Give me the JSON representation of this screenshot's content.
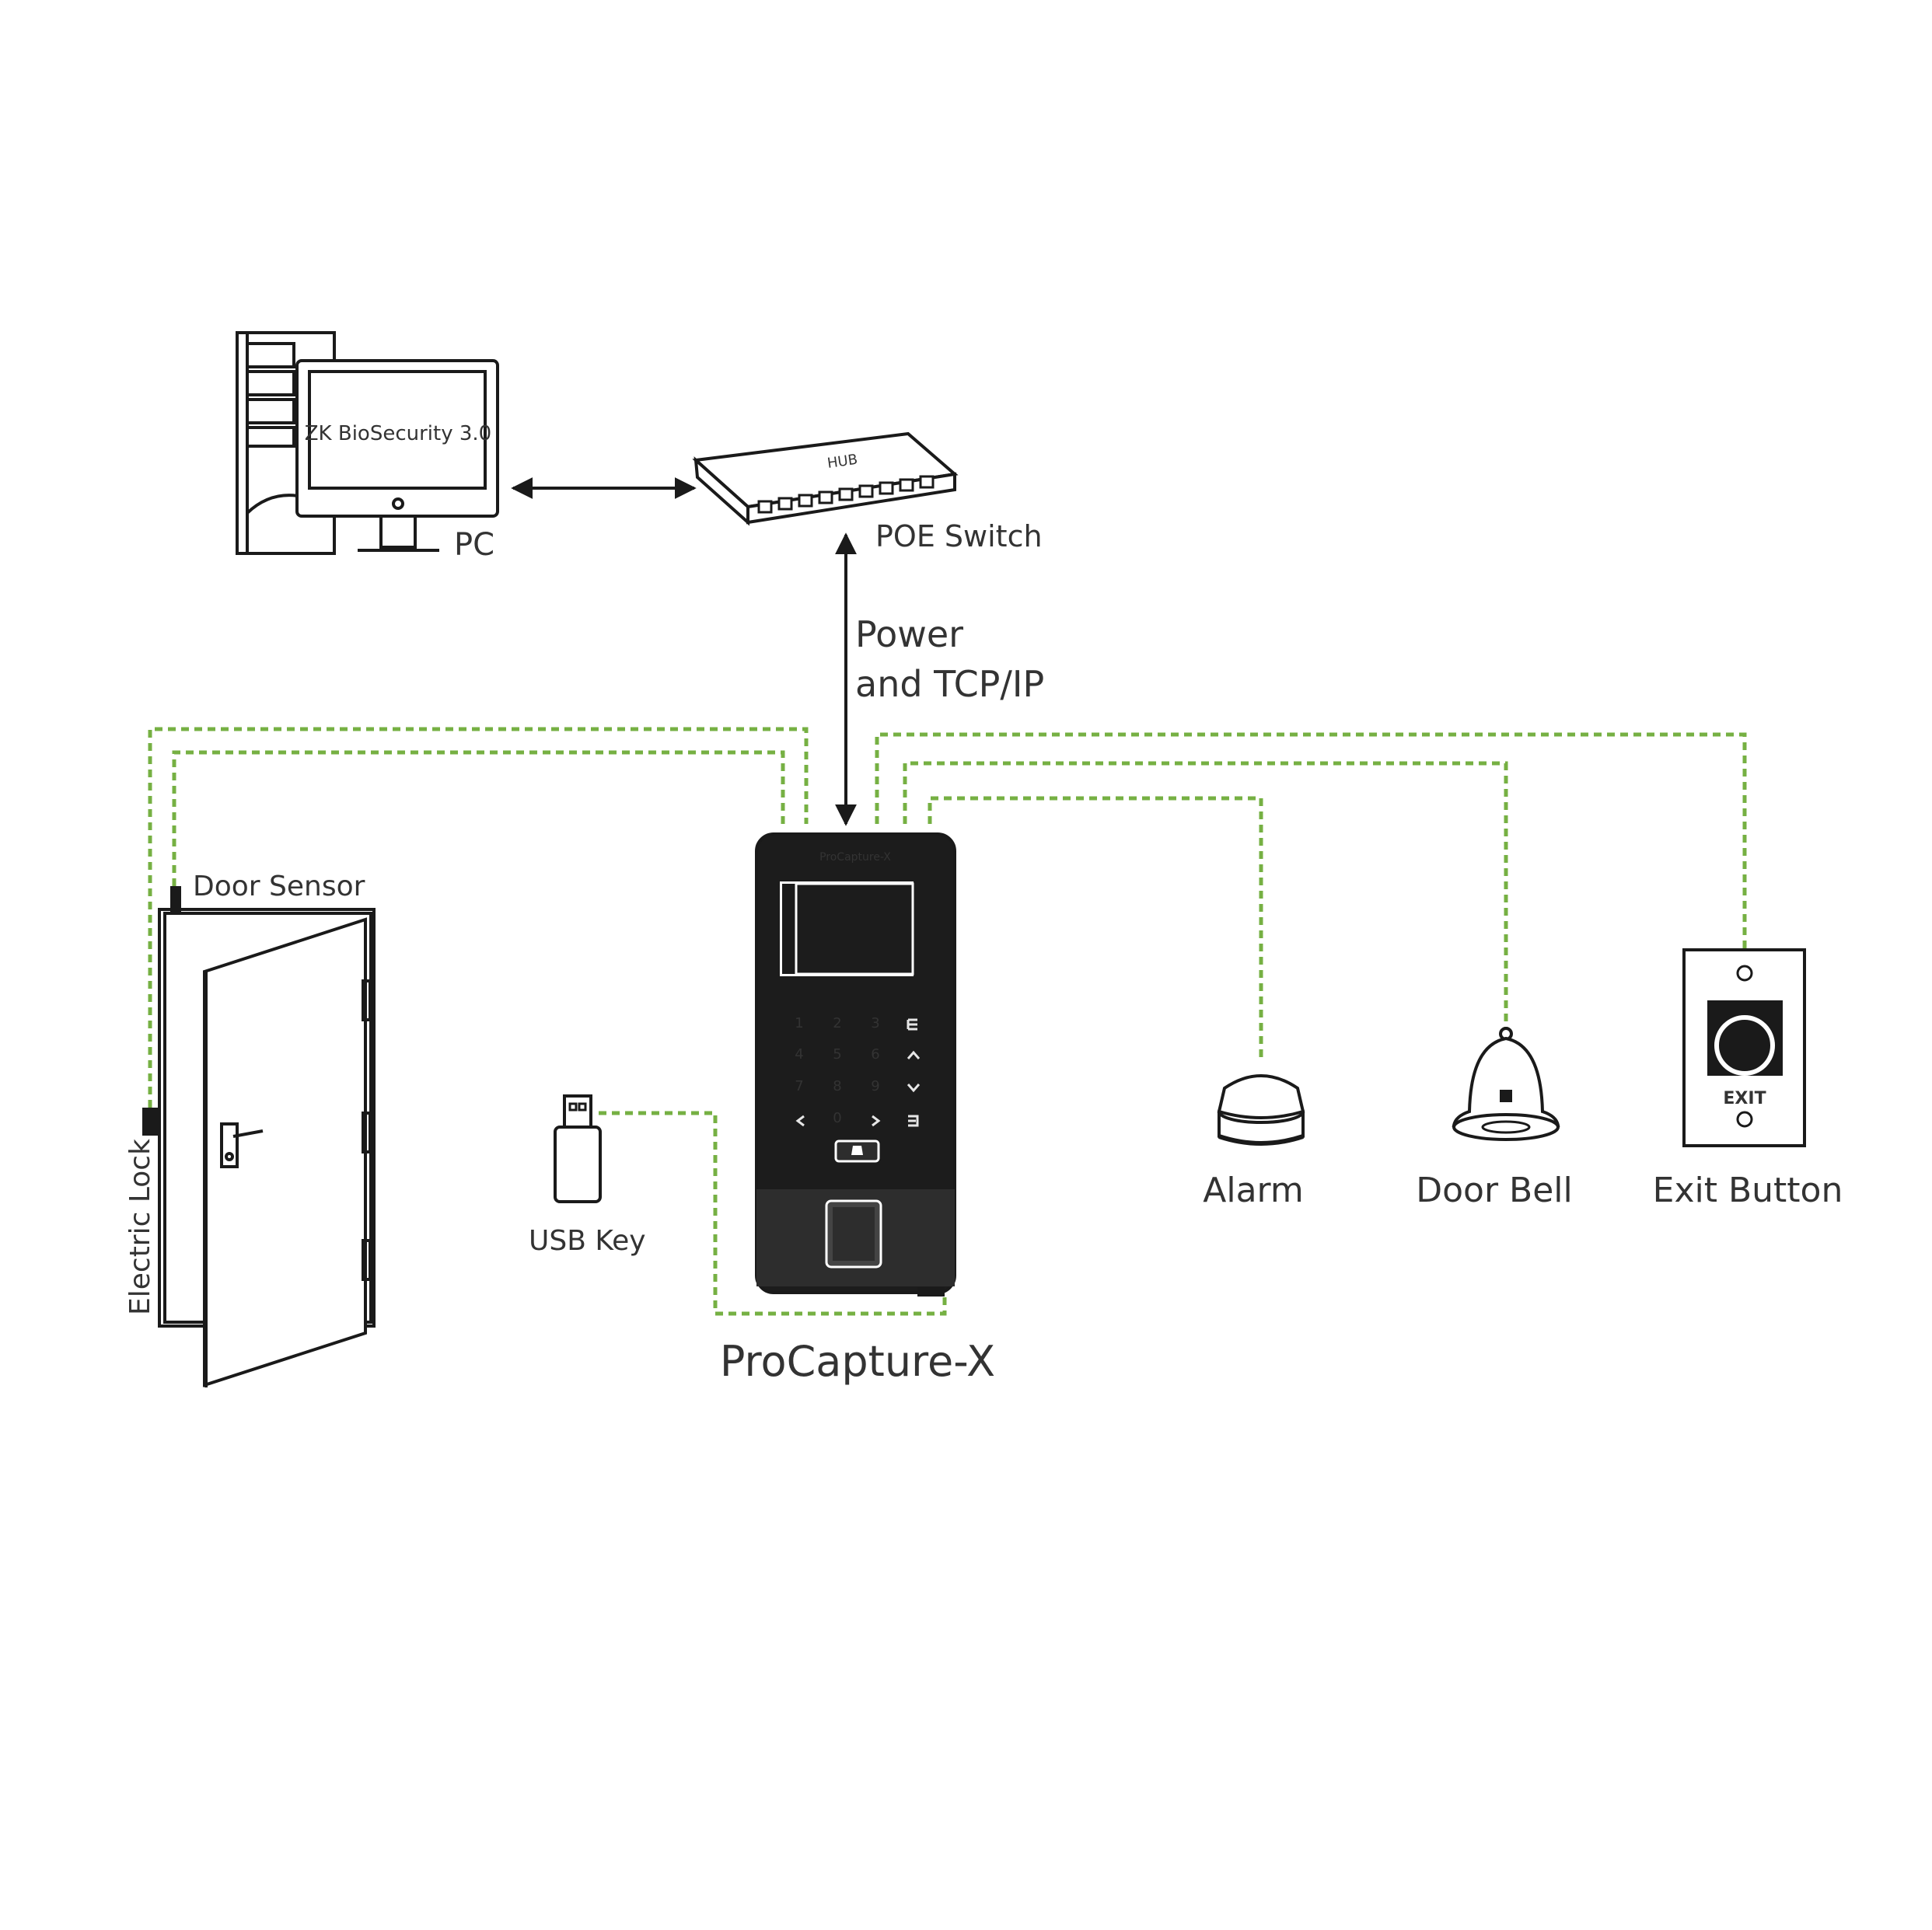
{
  "pc": {
    "label": "PC",
    "screen_text": "ZK BioSecurity 3.0"
  },
  "switch": {
    "label": "POE Switch",
    "case_text": "HUB"
  },
  "link": {
    "line1": "Power",
    "line2": "and TCP/IP"
  },
  "device": {
    "label": "ProCapture-X",
    "brand_text": "ProCapture-X",
    "keys": [
      "1",
      "2",
      "3",
      "4",
      "5",
      "6",
      "7",
      "8",
      "9",
      "0"
    ]
  },
  "door": {
    "sensor_label": "Door Sensor",
    "lock_label": "Electric Lock"
  },
  "usb": {
    "label": "USB Key"
  },
  "alarm": {
    "label": "Alarm"
  },
  "doorbell": {
    "label": "Door Bell"
  },
  "exit_button": {
    "label": "Exit Button",
    "plate_text": "EXIT"
  },
  "colors": {
    "wire": "#76b043",
    "line": "#1a1a1a",
    "text": "#333333"
  }
}
